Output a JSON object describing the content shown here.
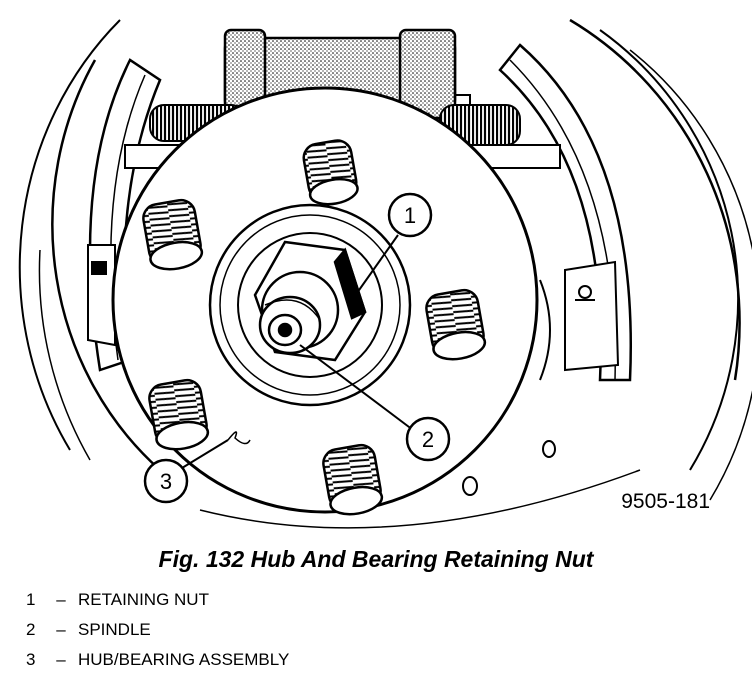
{
  "figure": {
    "drawing_code": "9505-181",
    "callouts": [
      "1",
      "2",
      "3"
    ]
  },
  "caption": "Fig. 132 Hub And Bearing Retaining Nut",
  "legend": [
    {
      "number": "1",
      "separator": "–",
      "label": "RETAINING NUT"
    },
    {
      "number": "2",
      "separator": "–",
      "label": "SPINDLE"
    },
    {
      "number": "3",
      "separator": "–",
      "label": "HUB/BEARING ASSEMBLY"
    }
  ]
}
